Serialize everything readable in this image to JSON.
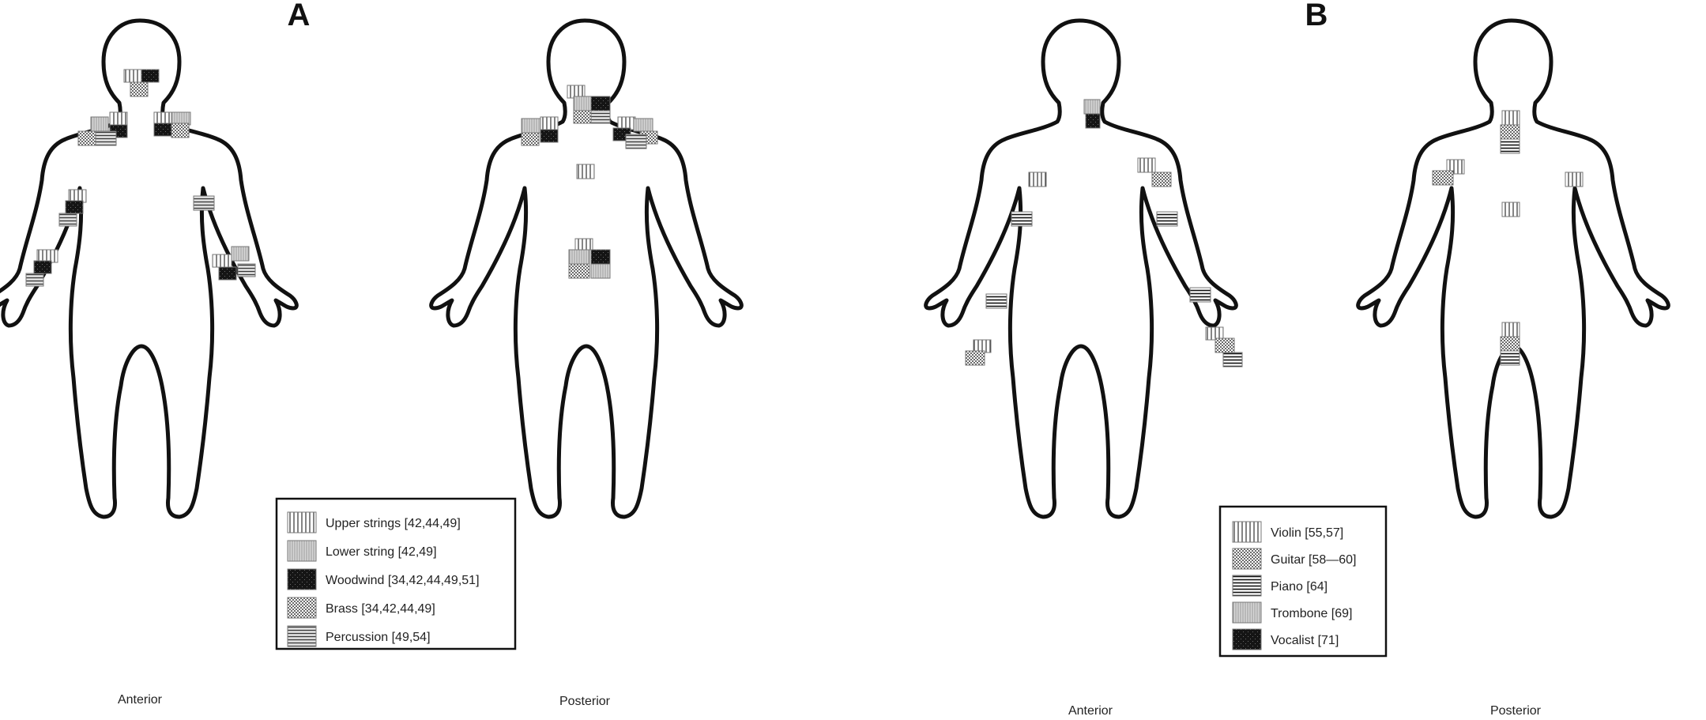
{
  "panels": [
    {
      "letter": "A",
      "views": [
        "Anterior",
        "Posterior"
      ],
      "legend": [
        {
          "pattern": "upper",
          "label": "Upper strings [42,44,49]"
        },
        {
          "pattern": "lower",
          "label": "Lower string [42,49]"
        },
        {
          "pattern": "woodwind",
          "label": "Woodwind [34,42,44,49,51]"
        },
        {
          "pattern": "brass",
          "label": "Brass [34,42,44,49]"
        },
        {
          "pattern": "perc",
          "label": "Percussion [49,54]"
        }
      ]
    },
    {
      "letter": "B",
      "views": [
        "Anterior",
        "Posterior"
      ],
      "legend": [
        {
          "pattern": "violin",
          "label": "Violin [55,57]"
        },
        {
          "pattern": "guitar",
          "label": "Guitar [58—60]"
        },
        {
          "pattern": "piano",
          "label": "Piano [64]"
        },
        {
          "pattern": "trombone",
          "label": "Trombone [69]"
        },
        {
          "pattern": "vocalist",
          "label": "Vocalist [71]"
        }
      ]
    }
  ]
}
